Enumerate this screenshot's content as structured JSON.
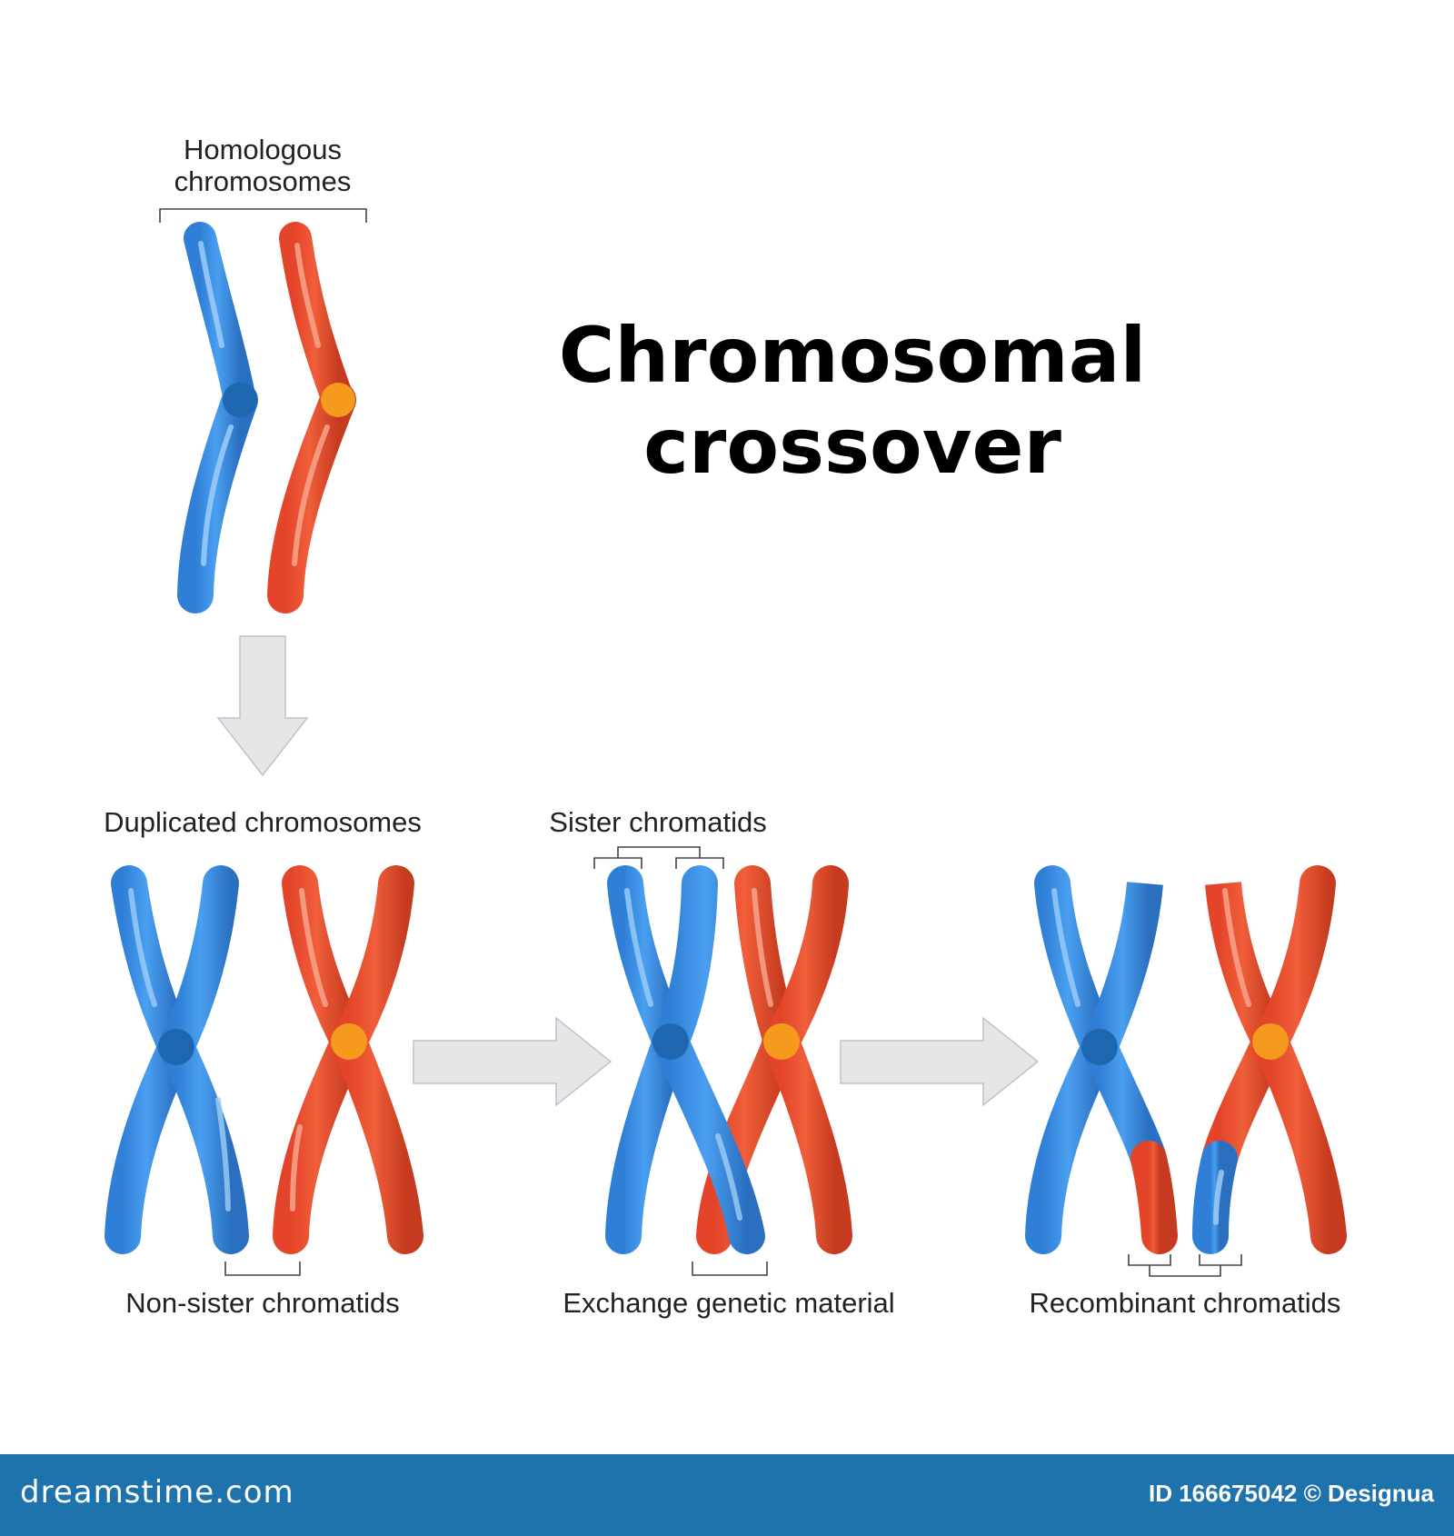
{
  "title": {
    "line1": "Chromosomal",
    "line2": "crossover"
  },
  "labels": {
    "homologous_line1": "Homologous",
    "homologous_line2": "chromosomes",
    "duplicated": "Duplicated chromosomes",
    "sister_chromatids": "Sister chromatids",
    "non_sister": "Non-sister chromatids",
    "exchange": "Exchange genetic material",
    "recombinant": "Recombinant chromatids"
  },
  "footer": {
    "logo": "dreamstime.com",
    "credit": "ID 166675042 © Designua"
  },
  "colors": {
    "blue": "#3b8fe0",
    "blue_dark": "#2a6fc0",
    "blue_highlight": "#9ecdf7",
    "red": "#ea4f2f",
    "red_dark": "#c63b1f",
    "red_highlight": "#f6a48c",
    "blue_centromere": "#1f66b0",
    "orange_centromere": "#f59a1c",
    "arrow_fill": "#e6e6e6",
    "footer": "#1e73ac"
  }
}
